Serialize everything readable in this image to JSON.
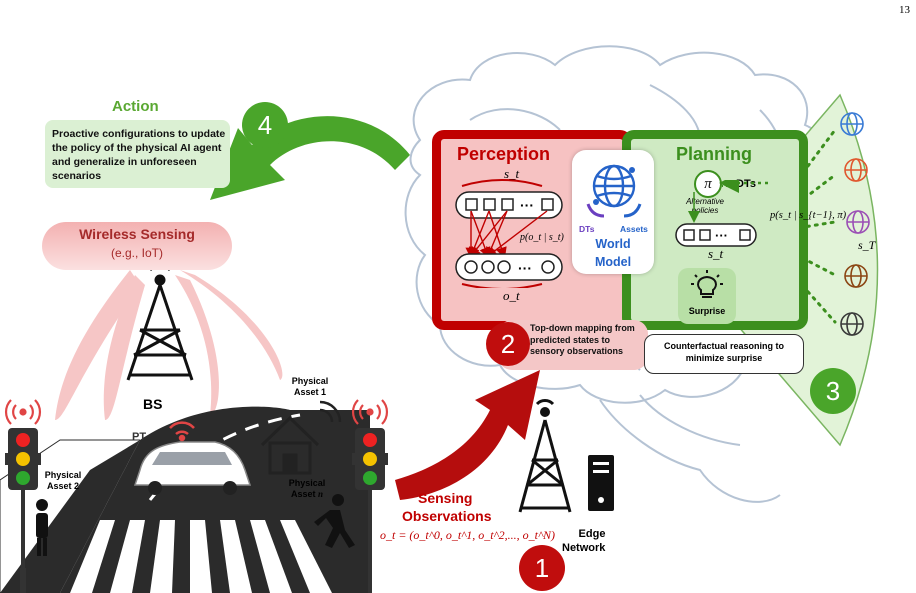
{
  "page_number": "13",
  "action": {
    "title": "Action",
    "description": "Proactive configurations to update the policy of the physical AI agent and generalize in unforeseen scenarios",
    "step": "4"
  },
  "wireless": {
    "title": "Wireless Sensing",
    "subtitle": "(e.g., IoT)"
  },
  "bs_label": "BS",
  "pt_label": "PT",
  "asset1": "Physical Asset 1",
  "asset2": "Physical Asset 2",
  "assetn_prefix": "Physical Asset",
  "assetn_suffix": "n",
  "sensing": {
    "title_line1": "Sensing",
    "title_line2": "Observations",
    "formula": "o_t = (o_t^0, o_t^1, o_t^2,..., o_t^N)"
  },
  "edge": {
    "line1": "Edge",
    "line2": "Network",
    "step": "1"
  },
  "perception": {
    "title": "Perception",
    "state": "s_t",
    "obs": "o_t",
    "likelihood": "p(o_t | s_t)"
  },
  "world_model": {
    "line1": "World",
    "line2": "Model",
    "dts": "DTs",
    "assets": "Assets"
  },
  "planning": {
    "title": "Planning",
    "pi": "π",
    "dts": "DTs",
    "alt_policies_1": "Alternative",
    "alt_policies_2": "policies",
    "state": "s_t",
    "transition": "p(s_t | s_{t−1}, π)",
    "future_state": "s_T",
    "surprise": "Surprise"
  },
  "step2": {
    "number": "2",
    "text": "Top-down mapping from predicted states to sensory observations"
  },
  "step3": {
    "number": "3",
    "text": "Counterfactual reasoning to minimize surprise"
  },
  "colors": {
    "green": "#5aa832",
    "red": "#c00000",
    "perception_fill": "#f4b9b9",
    "planning_fill": "#cfeac3"
  }
}
